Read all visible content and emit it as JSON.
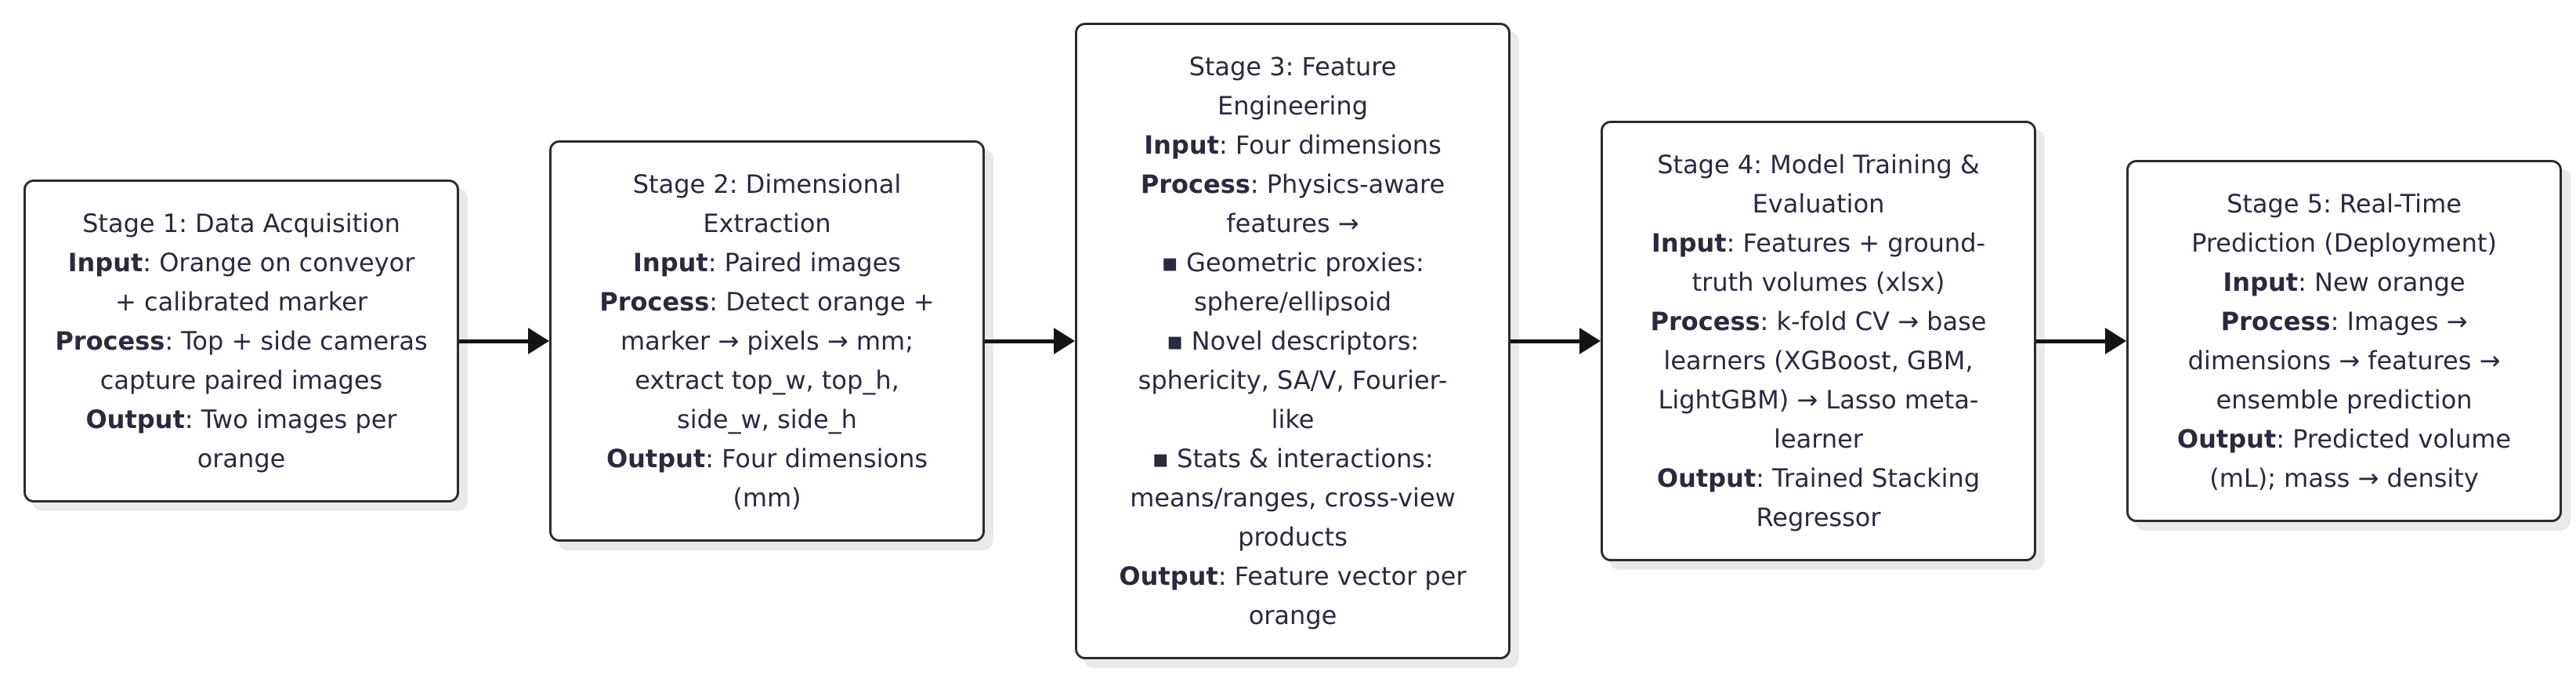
{
  "style": {
    "text_color": "#2a2a3e",
    "border_color": "#2b2b2b",
    "shadow_color": "#e9e9ec",
    "arrow_color": "#141414",
    "background_color": "#ffffff"
  },
  "diagram": {
    "type": "flowchart",
    "direction": "left-to-right",
    "connector": "solid-arrow"
  },
  "stages": [
    {
      "id": "stage-1",
      "title": "Stage 1: Data Acquisition",
      "input": "Orange on conveyor + calibrated marker",
      "process": "Top + side cameras capture paired images",
      "output": "Two images per orange",
      "lines": [
        [
          {
            "t": "Stage 1: Data Acquisition"
          }
        ],
        [
          {
            "t": "Input",
            "b": true
          },
          {
            "t": ": Orange on conveyor"
          }
        ],
        [
          {
            "t": "+ calibrated marker"
          }
        ],
        [
          {
            "t": "Process",
            "b": true
          },
          {
            "t": ": Top + side cameras"
          }
        ],
        [
          {
            "t": "capture paired images"
          }
        ],
        [
          {
            "t": "Output",
            "b": true
          },
          {
            "t": ": Two images per"
          }
        ],
        [
          {
            "t": "orange"
          }
        ]
      ]
    },
    {
      "id": "stage-2",
      "title": "Stage 2: Dimensional Extraction",
      "input": "Paired images",
      "process": "Detect orange + marker → pixels → mm; extract top_w, top_h, side_w, side_h",
      "output": "Four dimensions (mm)",
      "lines": [
        [
          {
            "t": "Stage 2: Dimensional"
          }
        ],
        [
          {
            "t": "Extraction"
          }
        ],
        [
          {
            "t": "Input",
            "b": true
          },
          {
            "t": ": Paired images"
          }
        ],
        [
          {
            "t": "Process",
            "b": true
          },
          {
            "t": ": Detect orange +"
          }
        ],
        [
          {
            "t": "marker → pixels → mm;"
          }
        ],
        [
          {
            "t": "extract top_w, top_h,"
          }
        ],
        [
          {
            "t": "side_w, side_h"
          }
        ],
        [
          {
            "t": "Output",
            "b": true
          },
          {
            "t": ": Four dimensions"
          }
        ],
        [
          {
            "t": "(mm)"
          }
        ]
      ]
    },
    {
      "id": "stage-3",
      "title": "Stage 3: Feature Engineering",
      "input": "Four dimensions",
      "process": "Physics-aware features → Geometric proxies: sphere/ellipsoid; Novel descriptors: sphericity, SA/V, Fourier-like; Stats & interactions: means/ranges, cross-view products",
      "output": "Feature vector per orange",
      "lines": [
        [
          {
            "t": "Stage 3: Feature"
          }
        ],
        [
          {
            "t": "Engineering"
          }
        ],
        [
          {
            "t": "Input",
            "b": true
          },
          {
            "t": ": Four dimensions"
          }
        ],
        [
          {
            "t": "Process",
            "b": true
          },
          {
            "t": ": Physics-aware"
          }
        ],
        [
          {
            "t": "features →"
          }
        ],
        [
          {
            "t": "▪ Geometric proxies:"
          }
        ],
        [
          {
            "t": "sphere/ellipsoid"
          }
        ],
        [
          {
            "t": "▪ Novel descriptors:"
          }
        ],
        [
          {
            "t": "sphericity, SA/V, Fourier-"
          }
        ],
        [
          {
            "t": "like"
          }
        ],
        [
          {
            "t": "▪ Stats & interactions:"
          }
        ],
        [
          {
            "t": "means/ranges, cross-view"
          }
        ],
        [
          {
            "t": "products"
          }
        ],
        [
          {
            "t": "Output",
            "b": true
          },
          {
            "t": ": Feature vector per"
          }
        ],
        [
          {
            "t": "orange"
          }
        ]
      ]
    },
    {
      "id": "stage-4",
      "title": "Stage 4: Model Training & Evaluation",
      "input": "Features + ground-truth volumes (xlsx)",
      "process": "k-fold CV → base learners (XGBoost, GBM, LightGBM) → Lasso meta-learner",
      "output": "Trained Stacking Regressor",
      "lines": [
        [
          {
            "t": "Stage 4: Model Training &"
          }
        ],
        [
          {
            "t": "Evaluation"
          }
        ],
        [
          {
            "t": "Input",
            "b": true
          },
          {
            "t": ": Features + ground-"
          }
        ],
        [
          {
            "t": "truth volumes (xlsx)"
          }
        ],
        [
          {
            "t": "Process",
            "b": true
          },
          {
            "t": ": k-fold CV → base"
          }
        ],
        [
          {
            "t": "learners (XGBoost, GBM,"
          }
        ],
        [
          {
            "t": "LightGBM) → Lasso meta-"
          }
        ],
        [
          {
            "t": "learner"
          }
        ],
        [
          {
            "t": "Output",
            "b": true
          },
          {
            "t": ": Trained Stacking"
          }
        ],
        [
          {
            "t": "Regressor"
          }
        ]
      ]
    },
    {
      "id": "stage-5",
      "title": "Stage 5: Real-Time Prediction (Deployment)",
      "input": "New orange",
      "process": "Images → dimensions → features → ensemble prediction",
      "output": "Predicted volume (mL); mass → density",
      "lines": [
        [
          {
            "t": "Stage 5: Real-Time"
          }
        ],
        [
          {
            "t": "Prediction (Deployment)"
          }
        ],
        [
          {
            "t": "Input",
            "b": true
          },
          {
            "t": ": New orange"
          }
        ],
        [
          {
            "t": "Process",
            "b": true
          },
          {
            "t": ": Images →"
          }
        ],
        [
          {
            "t": "dimensions → features →"
          }
        ],
        [
          {
            "t": "ensemble prediction"
          }
        ],
        [
          {
            "t": "Output",
            "b": true
          },
          {
            "t": ": Predicted volume"
          }
        ],
        [
          {
            "t": "(mL); mass → density"
          }
        ]
      ]
    }
  ]
}
